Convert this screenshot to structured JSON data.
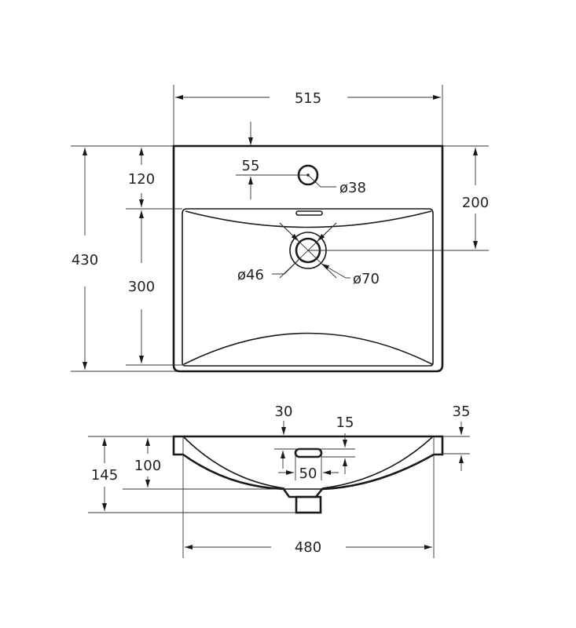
{
  "top_view": {
    "overall_width": "515",
    "overall_depth": "430",
    "front_to_bowl": "120",
    "bowl_depth": "300",
    "tap_hole_offset": "55",
    "tap_hole_diameter": "ø38",
    "drain_position": "200",
    "drain_inner_diameter": "ø46",
    "drain_outer_diameter": "ø70"
  },
  "side_view": {
    "overflow_offset": "30",
    "overflow_height": "15",
    "rim_thickness": "35",
    "overflow_width": "50",
    "bowl_height": "100",
    "total_height": "145",
    "bottom_width": "480"
  },
  "colors": {
    "line": "#1a1a1a",
    "background": "#ffffff"
  }
}
